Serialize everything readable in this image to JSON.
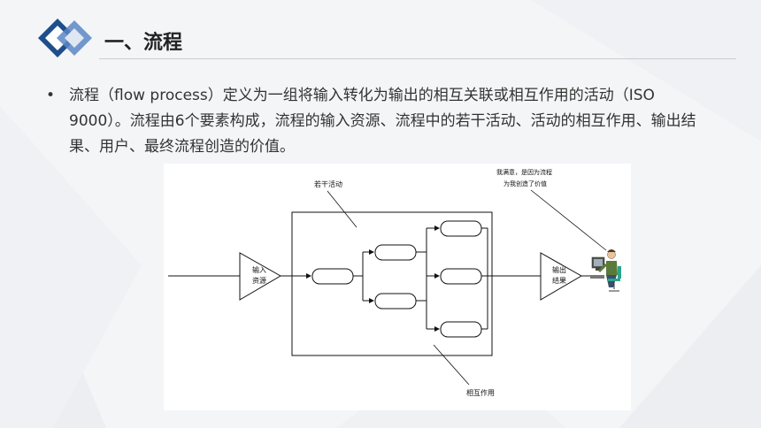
{
  "header": {
    "title": "一、流程"
  },
  "content": {
    "bullet_symbol": "•",
    "paragraph": "流程（flow process）定义为一组将输入转化为输出的相互关联或相互作用的活动（ISO 9000）。流程由6个要素构成，流程的输入资源、流程中的若干活动、活动的相互作用、输出结果、用户、最终流程创造的价值。"
  },
  "diagram": {
    "activities_label": "若干活动",
    "input_label_line1": "输入",
    "input_label_line2": "资源",
    "output_label_line1": "输出",
    "output_label_line2": "结果",
    "interaction_label": "相互作用",
    "user_quote_line1": "我满意，是因为流程",
    "user_quote_line2": "为我创造了价值"
  },
  "colors": {
    "logo_dark": "#1f4e8c",
    "logo_light": "#5a86c4",
    "user_shirt": "#5a7a3a",
    "user_chair": "#2aa58a"
  }
}
